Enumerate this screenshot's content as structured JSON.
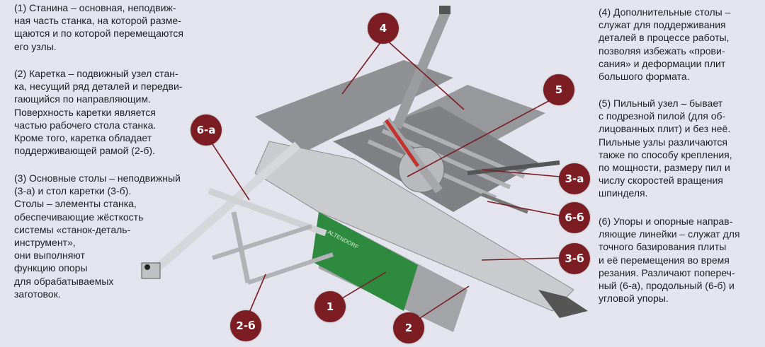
{
  "descriptions": [
    {
      "id": "1",
      "text": "(1) Станина – основная, неподвиж-\nная часть станка, на которой разме-\nщаются и по которой перемещаются\nего узлы."
    },
    {
      "id": "2",
      "text": "(2) Каретка – подвижный узел стан-\nка, несущий ряд деталей и передви-\nгающийся по направляющим.\nПоверхность каретки является\nчастью рабочего стола станка.\nКроме того, каретка обладает\nподдерживающей рамой (2-б)."
    },
    {
      "id": "3",
      "text": "(3) Основные столы – неподвижный\n(3-а) и стол каретки (3-б).\nСтолы – элементы станка,\nобеспечивающие жёсткость\nсистемы «станок-деталь-\nинструмент»,\nони выполняют\nфункцию опоры\nдля обрабатываемых\nзаготовок."
    },
    {
      "id": "4",
      "text": "(4) Дополнительные столы –\nслужат для поддерживания\nдеталей в процессе работы,\nпозволяя избежать «прови-\nсания» и деформации плит\nбольшого формата."
    },
    {
      "id": "5",
      "text": "(5) Пильный узел – бывает\nс подрезной пилой (для об-\nлицованных плит) и без неё.\nПильные узлы различаются\nтакже по способу крепления,\nпо мощности, размеру пил и\nчислу скоростей вращения\nшпинделя."
    },
    {
      "id": "6",
      "text": "(6) Упоры и опорные направ-\nляющие линейки – служат для\nточного базирования плиты\nи её перемещения во время\nрезания. Различают попереч-\nный (6-а), продольный (6-б) и\nугловой упоры."
    }
  ],
  "callouts": {
    "c4": "4",
    "c5": "5",
    "c6a": "6-а",
    "c3a": "3-а",
    "c6b": "6-б",
    "c3b": "3-б",
    "c1": "1",
    "c2": "2",
    "c2b": "2-б"
  },
  "colors": {
    "callout": "#7b1d22",
    "background": "#e4e4ee",
    "machine_green": "#2e8a3e"
  }
}
